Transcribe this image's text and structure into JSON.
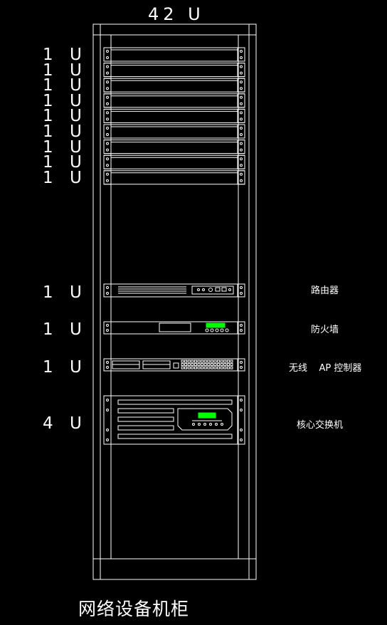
{
  "diagram": {
    "title": "网络设备机柜",
    "rack_height_label": "42 U",
    "blank_panel_label": "1 U",
    "blank_panel_count": 9,
    "devices": [
      {
        "size_label": "1 U",
        "name": "路由器"
      },
      {
        "size_label": "1 U",
        "name": "防火墙"
      },
      {
        "size_label": "1 U",
        "name": "无线    AP 控制器"
      },
      {
        "size_label": "4 U",
        "name": "核心交换机"
      }
    ]
  },
  "colors": {
    "background": "#000000",
    "line": "#ffffff",
    "accent": "#00ff00"
  }
}
